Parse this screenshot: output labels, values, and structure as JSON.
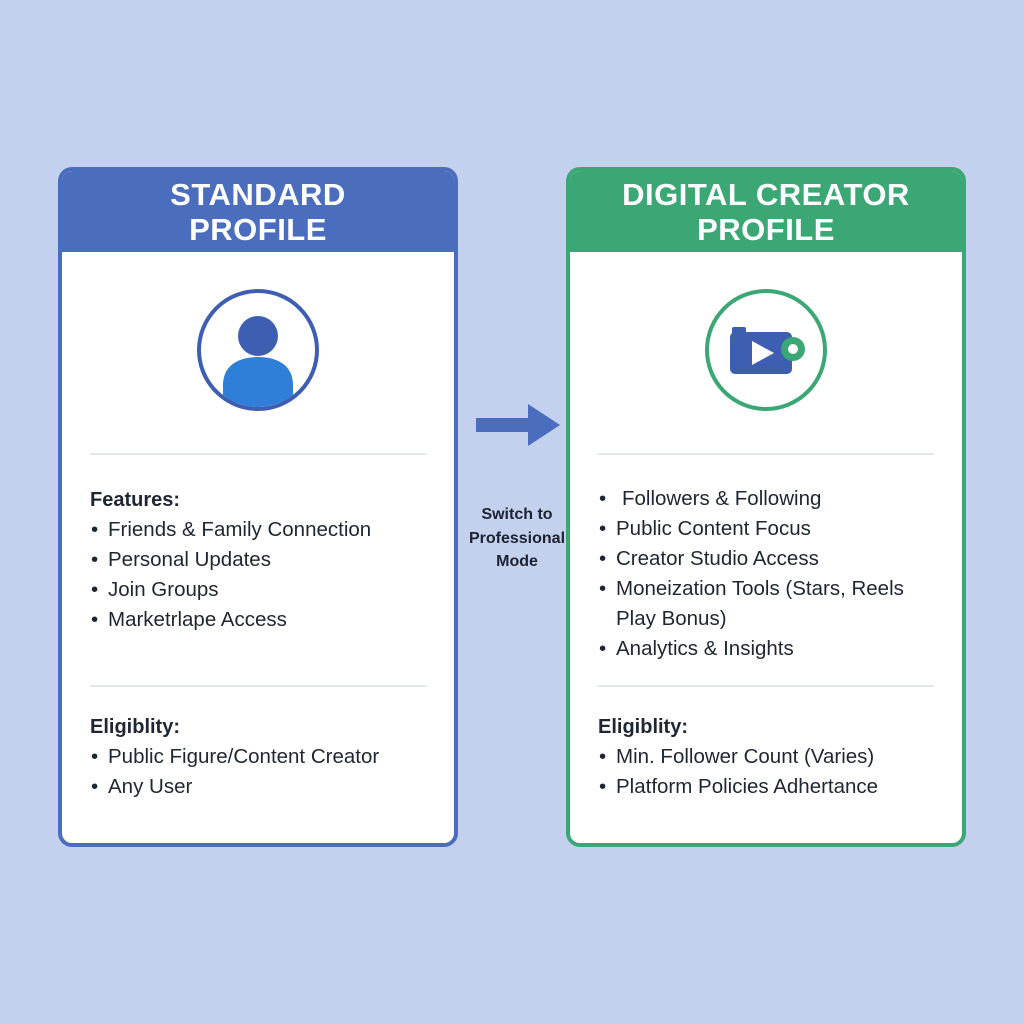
{
  "standard": {
    "title_lines": [
      "STANDARD",
      "PROFILE"
    ],
    "icon": "user-avatar-icon",
    "features_heading": "Features:",
    "features": [
      "Friends & Family Connection",
      "Personal Updates",
      "Join Groups",
      "Marketrlape Access"
    ],
    "eligibility_heading": "Eligiblity:",
    "eligibility": [
      "Public Figure/Content Creator",
      "Any User"
    ]
  },
  "transition": {
    "icon": "right-arrow-icon",
    "label_lines": [
      "Switch to",
      "Professional",
      "Mode"
    ]
  },
  "creator": {
    "title_lines": [
      "DIGITAL CREATOR",
      "PROFILE"
    ],
    "icon": "video-camera-icon",
    "features": [
      "Followers & Following",
      "Public Content Focus",
      "Creator Studio Access",
      "Moneization Tools (Stars, Reels Play Bonus)",
      "Analytics & Insights"
    ],
    "eligibility_heading": "Eligiblity:",
    "eligibility": [
      "Min. Follower Count (Varies)",
      "Platform Policies Adhertance"
    ]
  },
  "colors": {
    "background": "#c3d0ee",
    "standard_accent": "#4a6ebd",
    "creator_accent": "#3aa775"
  }
}
